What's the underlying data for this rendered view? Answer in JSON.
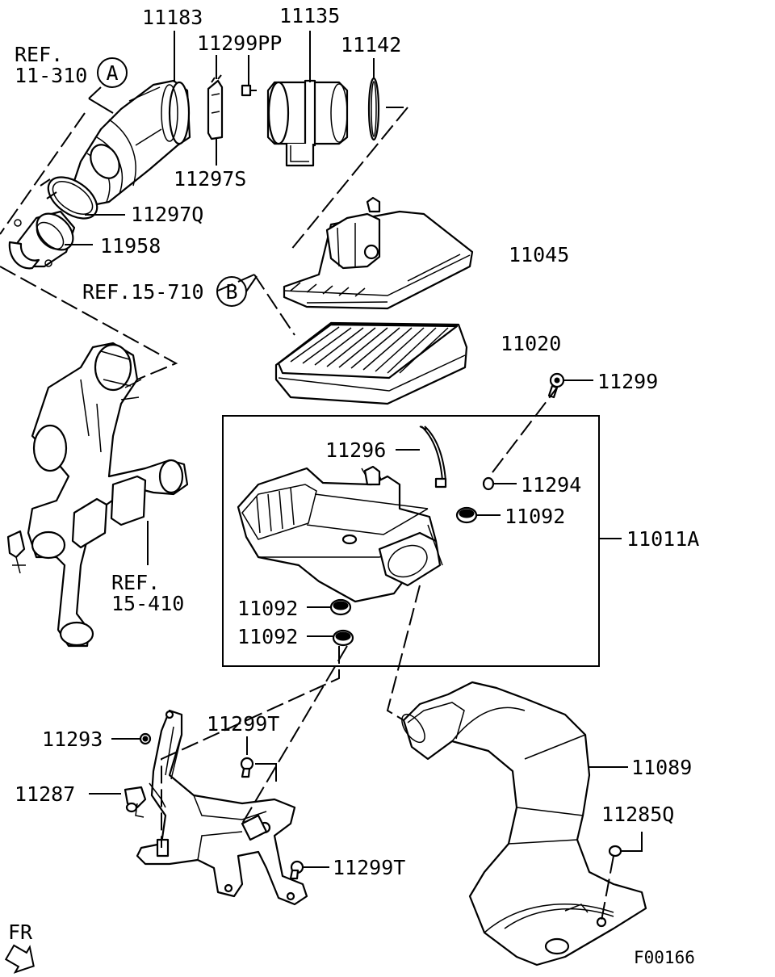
{
  "diagram": {
    "labels": {
      "p11183": "11183",
      "p11135": "11135",
      "p11299pp": "11299PP",
      "p11142": "11142",
      "ref_a_1": "REF.",
      "ref_a_2": "11-310",
      "callout_a": "A",
      "p11297s": "11297S",
      "p11297q": "11297Q",
      "p11958": "11958",
      "p11045": "11045",
      "ref_b": "REF.15-710",
      "callout_b": "B",
      "p11020": "11020",
      "p11299": "11299",
      "p11296": "11296",
      "p11294": "11294",
      "p11092_a": "11092",
      "p11011a": "11011A",
      "ref_c_1": "REF.",
      "ref_c_2": "15-410",
      "p11092_b": "11092",
      "p11092_c": "11092",
      "p11293": "11293",
      "p11299t_a": "11299T",
      "p11089": "11089",
      "p11287": "11287",
      "p11285q": "11285Q",
      "p11299t_b": "11299T",
      "fr": "FR",
      "figure_code": "F00166"
    }
  }
}
